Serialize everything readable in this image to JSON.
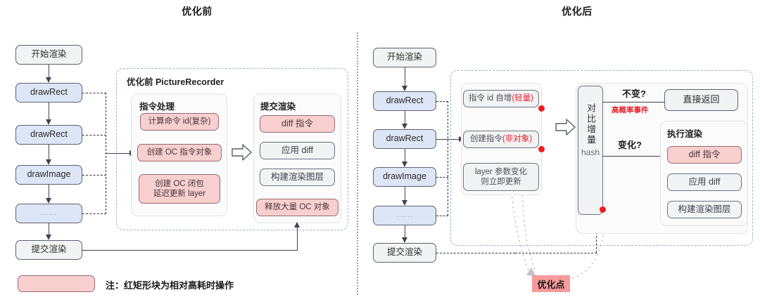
{
  "panels": {
    "before": {
      "title": "优化前"
    },
    "after": {
      "title": "优化后"
    }
  },
  "left": {
    "flow": [
      {
        "label": "开始渲染",
        "style": "gray"
      },
      {
        "label": "drawRect",
        "style": "blue"
      },
      {
        "label": "drawRect",
        "style": "blue"
      },
      {
        "label": "drawImage",
        "style": "blue"
      },
      {
        "label": "......",
        "style": "blue"
      },
      {
        "label": "提交渲染",
        "style": "gray"
      }
    ],
    "recorder": {
      "label": "优化前 PictureRecorder",
      "instruction_group": {
        "title": "指令处理",
        "items": [
          {
            "label": "计算命令 id(复杂)",
            "style": "pink"
          },
          {
            "label": "创建 OC 指令对象",
            "style": "pink"
          },
          {
            "label": "创建 OC 闭包\n延迟更新 layer",
            "style": "pink"
          }
        ]
      },
      "commit_group": {
        "title": "提交渲染",
        "items": [
          {
            "label": "diff 指令",
            "style": "pink"
          },
          {
            "label": "应用 diff",
            "style": "light"
          },
          {
            "label": "构建渲染图层",
            "style": "light"
          },
          {
            "label": "释放大量 OC 对象",
            "style": "pink"
          }
        ]
      }
    },
    "legend": {
      "note": "注：红矩形块为相对高耗时操作",
      "swatch_color": "#f8cfcf"
    }
  },
  "right": {
    "flow": [
      {
        "label": "开始渲染",
        "style": "gray"
      },
      {
        "label": "drawRect",
        "style": "blue"
      },
      {
        "label": "drawRect",
        "style": "blue"
      },
      {
        "label": "drawImage",
        "style": "blue"
      },
      {
        "label": "......",
        "style": "blue"
      },
      {
        "label": "提交渲染",
        "style": "gray"
      }
    ],
    "instruction_group": {
      "items": [
        {
          "label": "指令 id 自增(轻量)",
          "style": "soft",
          "highlight": "(轻量)",
          "dot": true
        },
        {
          "label": "创建指令(非对象)",
          "style": "soft",
          "highlight": "(非对象)",
          "dot": true
        },
        {
          "label": "layer 参数变化\n则立即更新",
          "style": "soft",
          "dot": false
        }
      ]
    },
    "hash_box": {
      "label_vertical": "对比增量",
      "label_plain": "hash",
      "dot": true
    },
    "edges": {
      "unchanged": "不变?",
      "high_probability": "高概率事件",
      "changed": "变化?"
    },
    "direct_return": {
      "label": "直接返回",
      "style": "gray"
    },
    "render_group": {
      "title": "执行渲染",
      "items": [
        {
          "label": "diff 指令",
          "style": "pink"
        },
        {
          "label": "应用 diff",
          "style": "light"
        },
        {
          "label": "构建渲染图层",
          "style": "light"
        }
      ]
    },
    "optimization_point": {
      "label": "优化点",
      "color": "#f79a9a"
    }
  },
  "colors": {
    "pink_fill": "#f8cfcf",
    "blue_fill": "#dde6f7",
    "gray_fill": "#f2f3f4",
    "red_accent": "#e8202a",
    "red_dot": "#f01b1b",
    "divider": "#9aa0b0"
  }
}
